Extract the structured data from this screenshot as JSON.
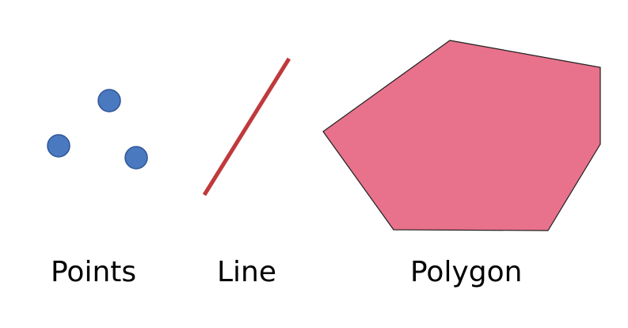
{
  "diagram": {
    "labels": {
      "points": "Points",
      "line": "Line",
      "polygon": "Polygon"
    },
    "colors": {
      "points_fill": "#4a79c0",
      "points_stroke": "#2f5597",
      "line_stroke": "#c0393b",
      "polygon_fill": "#e8728b",
      "polygon_stroke": "#1f1f1f"
    }
  }
}
